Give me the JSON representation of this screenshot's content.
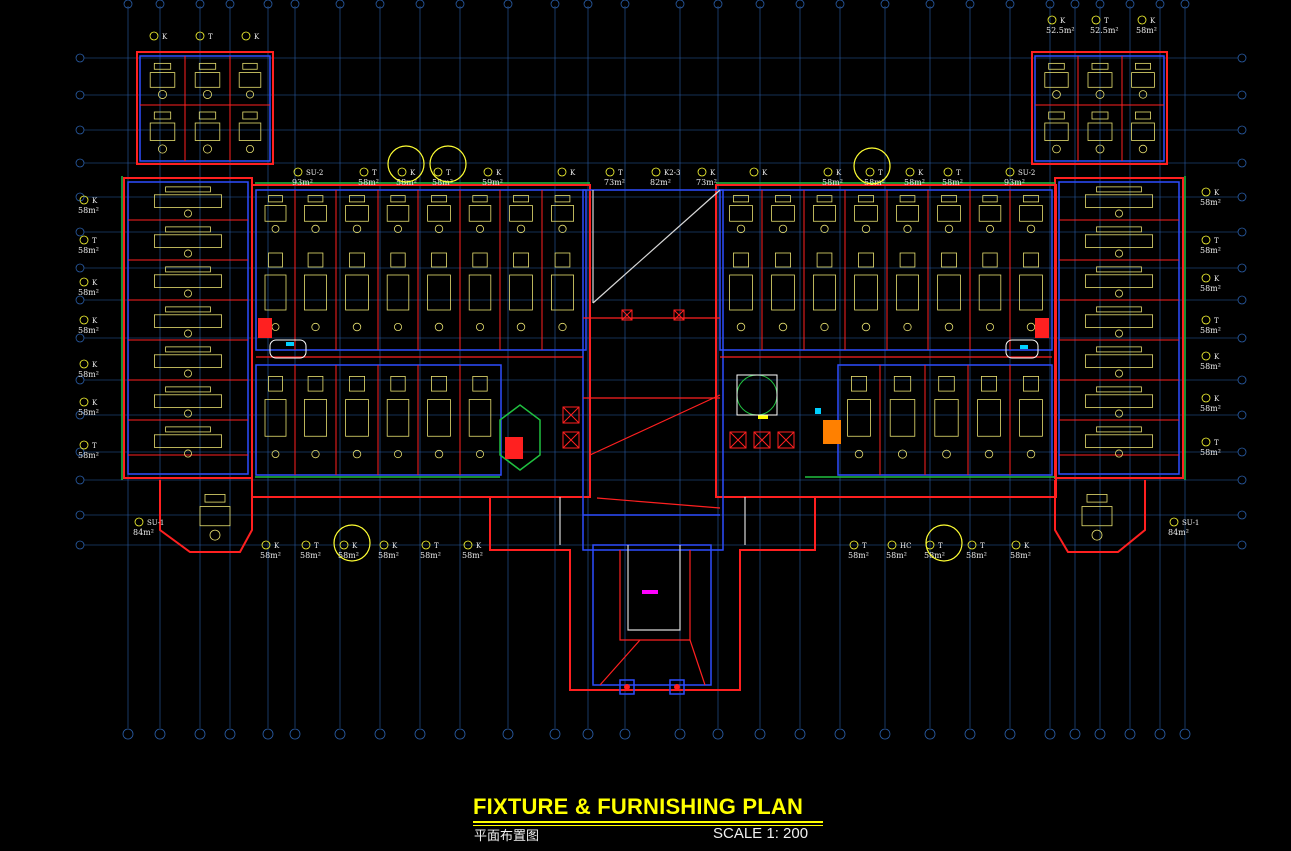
{
  "title": {
    "main": "FIXTURE & FURNISHING PLAN",
    "chinese": "平面布置图",
    "scale": "SCALE  1: 200"
  },
  "colors": {
    "background": "#000000",
    "title": "#ffff00",
    "grid": "#2a5ea8",
    "wall_red": "#ff2020",
    "wall_blue": "#2d4dff",
    "furniture": "#e8e070",
    "green": "#20c040",
    "cyan": "#00d0ff",
    "magenta": "#ff00ff"
  },
  "room_labels": [
    {
      "code": "K",
      "area": ""
    },
    {
      "code": "T",
      "area": ""
    },
    {
      "code": "K",
      "area": ""
    },
    {
      "code": "SU-2",
      "area": "93m²"
    },
    {
      "code": "T",
      "area": "58m²"
    },
    {
      "code": "K",
      "area": "58m²"
    },
    {
      "code": "T",
      "area": "58m²"
    },
    {
      "code": "K",
      "area": "59m²"
    },
    {
      "code": "K",
      "area": ""
    },
    {
      "code": "T",
      "area": "73m²"
    },
    {
      "code": "K2-3",
      "area": "82m²"
    },
    {
      "code": "K",
      "area": "73m²"
    },
    {
      "code": "K",
      "area": ""
    },
    {
      "code": "K",
      "area": "58m²"
    },
    {
      "code": "T",
      "area": "58m²"
    },
    {
      "code": "K",
      "area": "58m²"
    },
    {
      "code": "T",
      "area": "58m²"
    },
    {
      "code": "SU-2",
      "area": "93m²"
    },
    {
      "code": "K",
      "area": "52.5m²"
    },
    {
      "code": "T",
      "area": "52.5m²"
    },
    {
      "code": "K",
      "area": "58m²"
    },
    {
      "code": "K",
      "area": "58m²"
    },
    {
      "code": "T",
      "area": "58m²"
    },
    {
      "code": "K",
      "area": "58m²"
    },
    {
      "code": "K",
      "area": "58m²"
    },
    {
      "code": "K",
      "area": "58m²"
    },
    {
      "code": "K",
      "area": "58m²"
    },
    {
      "code": "T",
      "area": "58m²"
    },
    {
      "code": "K",
      "area": "58m²"
    },
    {
      "code": "T",
      "area": "58m²"
    },
    {
      "code": "K",
      "area": "58m²"
    },
    {
      "code": "T",
      "area": "58m²"
    },
    {
      "code": "K",
      "area": "58m²"
    },
    {
      "code": "K",
      "area": "58m²"
    },
    {
      "code": "T",
      "area": "58m²"
    },
    {
      "code": "SU-1",
      "area": "84m²"
    },
    {
      "code": "SU-1",
      "area": "84m²"
    },
    {
      "code": "K",
      "area": "58m²"
    },
    {
      "code": "T",
      "area": "58m²"
    },
    {
      "code": "K",
      "area": "58m²"
    },
    {
      "code": "K",
      "area": "58m²"
    },
    {
      "code": "T",
      "area": "58m²"
    },
    {
      "code": "K",
      "area": "58m²"
    },
    {
      "code": "T",
      "area": "58m²"
    },
    {
      "code": "HC",
      "area": "58m²"
    },
    {
      "code": "T",
      "area": "58m²"
    },
    {
      "code": "T",
      "area": "58m²"
    },
    {
      "code": "K",
      "area": "58m²"
    }
  ]
}
